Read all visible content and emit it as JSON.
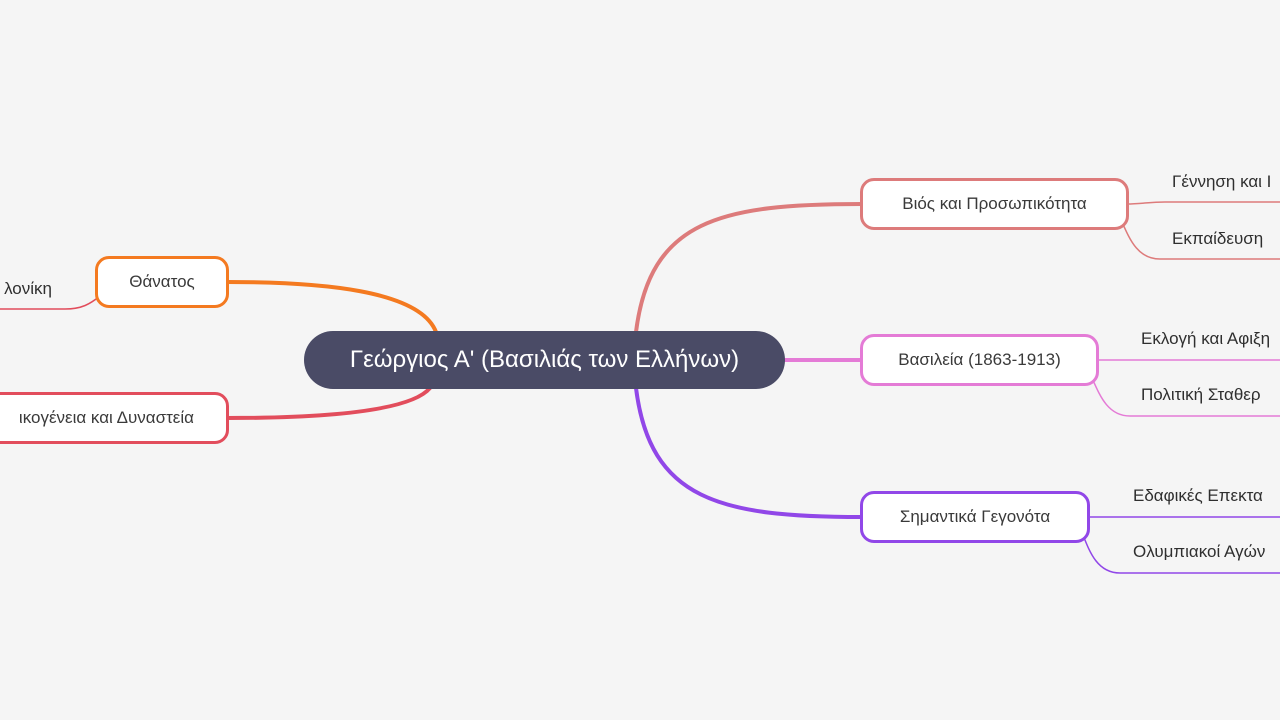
{
  "mindmap": {
    "central": "Γεώργιος Α' (Βασιλιάς των Ελλήνων)",
    "right_branches": [
      {
        "label": "Βιός και Προσωπικότητα",
        "color": "#dd7b7b",
        "children": [
          "Γέννηση και Ι",
          "Εκπαίδευση"
        ]
      },
      {
        "label": "Βασιλεία (1863-1913)",
        "color": "#e47bd6",
        "children": [
          "Εκλογή και Αφιξη",
          "Πολιτική Σταθερ"
        ]
      },
      {
        "label": "Σημαντικά Γεγονότα",
        "color": "#9147e8",
        "children": [
          "Εδαφικές Επεκτα",
          "Ολυμπιακοί Αγών"
        ]
      }
    ],
    "left_branches": [
      {
        "label": "Θάνατος",
        "color": "#f47a20",
        "children": [
          "λονίκη"
        ]
      },
      {
        "label": "ικογένεια και Δυναστεία",
        "color": "#e24d5c",
        "children": []
      }
    ]
  }
}
